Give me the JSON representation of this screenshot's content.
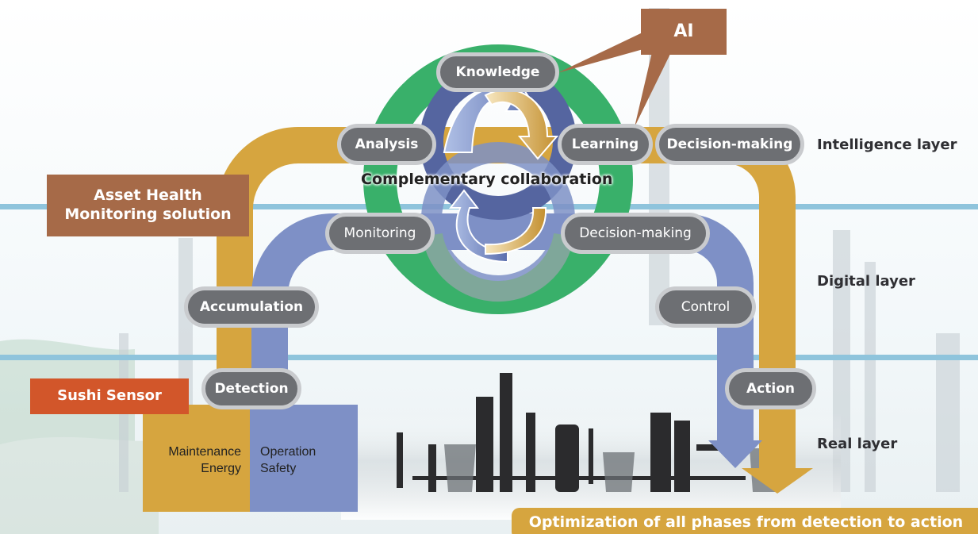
{
  "ai_label": "AI",
  "center_title": "Complementary collaboration",
  "asset_label_line1": "Asset Health",
  "asset_label_line2": "Monitoring solution",
  "sushi_label": "Sushi Sensor",
  "layers": {
    "intelligence": "Intelligence layer",
    "digital": "Digital layer",
    "real": "Real layer"
  },
  "pills": {
    "knowledge": "Knowledge",
    "analysis": "Analysis",
    "learning": "Learning",
    "decision_top": "Decision-making",
    "monitoring": "Monitoring",
    "decision_mid": "Decision-making",
    "accumulation": "Accumulation",
    "control": "Control",
    "detection": "Detection",
    "action": "Action"
  },
  "panel": {
    "left_line1": "Maintenance",
    "left_line2": "Energy",
    "right_line1": "Operation",
    "right_line2": "Safety"
  },
  "bottom_banner": "Optimization of all phases from detection to action",
  "colors": {
    "gold": "#d6a53f",
    "blue": "#7e90c6",
    "green": "#39b06a",
    "navy": "#5565a0",
    "brown": "#a66a48",
    "sushi_red": "#d2562a",
    "pill_gray": "#6d6f73",
    "layer_line": "#8fc4dc"
  }
}
